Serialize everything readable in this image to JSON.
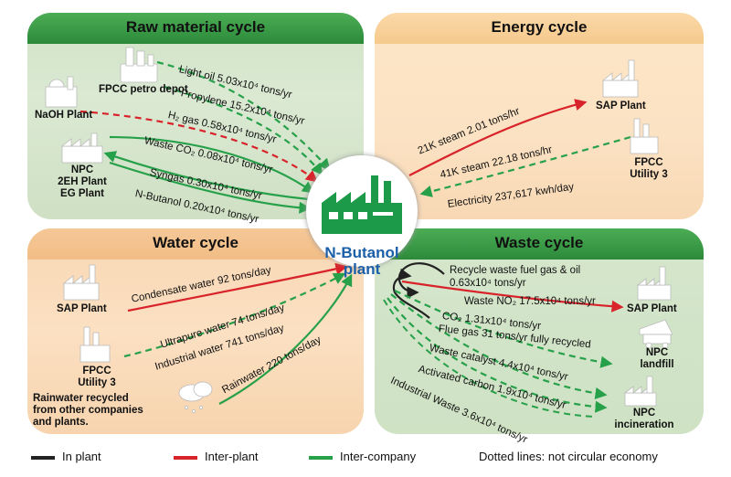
{
  "panels": {
    "raw": "Raw material cycle",
    "energy": "Energy cycle",
    "water": "Water cycle",
    "waste": "Waste cycle"
  },
  "center": {
    "line1": "N-Butanol",
    "line2": "plant"
  },
  "plants": {
    "fpcc_petro": "FPCC petro depot",
    "naoh": "NaOH Plant",
    "npc_2eh_1": "NPC",
    "npc_2eh_2": "2EH Plant",
    "npc_2eh_3": "EG Plant",
    "sap_energy": "SAP Plant",
    "fpcc_util_energy_1": "FPCC",
    "fpcc_util_energy_2": "Utility 3",
    "sap_water": "SAP Plant",
    "fpcc_util_water_1": "FPCC",
    "fpcc_util_water_2": "Utility 3",
    "rain_1": "Rainwater recycled",
    "rain_2": "from other companies",
    "rain_3": "and plants.",
    "sap_waste": "SAP Plant",
    "npc_landfill_1": "NPC",
    "npc_landfill_2": "landfill",
    "npc_incin_1": "NPC",
    "npc_incin_2": "incineration"
  },
  "flows": {
    "light_oil": "Light oil 5.03x10⁴ tons/yr",
    "propylene": "Propylene 15.2x10⁴ tons/yr",
    "h2": "H₂ gas 0.58x10⁴ tons/yr",
    "waste_co2": "Waste CO₂ 0.08x10⁴ tons/yr",
    "syngas": "Syngas 0.30x10⁴ tons/yr",
    "nbutanol": "N-Butanol 0.20x10⁴ tons/yr",
    "steam21": "21K steam 2.01 tons/hr",
    "steam41": "41K steam 22.18 tons/hr",
    "electricity": "Electricity 237,617 kwh/day",
    "condensate": "Condensate water 92 tons/day",
    "ultrapure": "Ultrapure  water 74 tons/day",
    "industrial_water": "Industrial water 741 tons/day",
    "rainwater": "Rainwater 220 tons/day",
    "recycle_fuel_1": "Recycle waste fuel gas & oil",
    "recycle_fuel_2": "0.63x10⁴ tons/yr",
    "waste_no2": "Waste NO₂ 17.5x10⁴ tons/yr",
    "co2_1": "CO₂ 1.31x10⁴ tons/yr",
    "co2_2": "Flue gas 31 tons/yr fully recycled",
    "waste_catalyst": "Waste catalyst 4.4x10⁴ tons/yr",
    "activated_carbon": "Activated carbon 1.9x10⁴ tons/yr",
    "industrial_waste": "Industrial Waste 3.6x10⁴ tons/yr"
  },
  "legend": {
    "in_plant": "In plant",
    "inter_plant": "Inter-plant",
    "inter_company": "Inter-company",
    "dotted_note": "Dotted lines: not circular economy"
  },
  "colors": {
    "in_plant": "#222222",
    "inter_plant": "#d9232a",
    "inter_company": "#27a04a",
    "plant_icon": "#ffffff",
    "center_icon": "#1c9a49",
    "center_text": "#1a5fa8"
  }
}
